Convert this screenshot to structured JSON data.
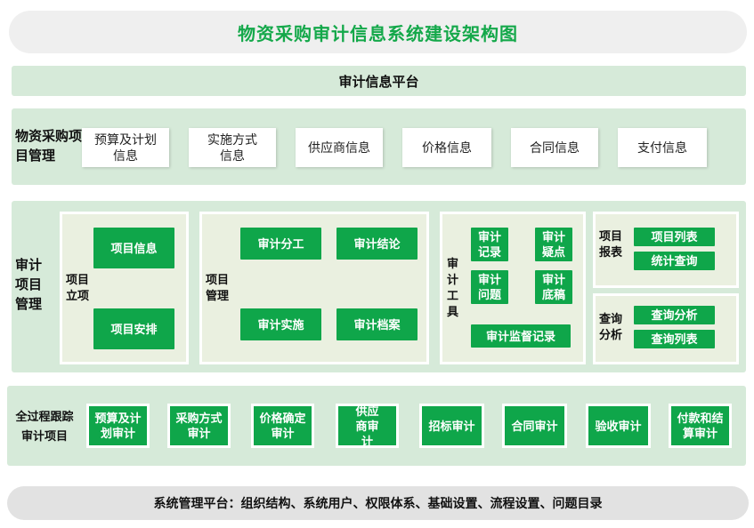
{
  "title": "物资采购审计信息系统建设架构图",
  "platform": "审计信息平台",
  "procurement": {
    "label": "物资采购项目管理",
    "items": [
      "预算及计划信息",
      "实施方式信息",
      "供应商信息",
      "价格信息",
      "合同信息",
      "支付信息"
    ]
  },
  "audit_mgmt": {
    "label": "审计项目管理",
    "project_setup": {
      "label": "项目立项",
      "buttons": [
        "项目信息",
        "项目安排"
      ]
    },
    "project_manage": {
      "label": "项目管理",
      "buttons": [
        "审计分工",
        "审计结论",
        "审计实施",
        "审计档案"
      ]
    },
    "audit_tools": {
      "label": "审计工具",
      "buttons": [
        "审计记录",
        "审计疑点",
        "审计问题",
        "审计底稿",
        "审计监督记录"
      ]
    },
    "report": {
      "label": "项目报表",
      "buttons": [
        "项目列表",
        "统计查询"
      ]
    },
    "query": {
      "label": "查询分析",
      "buttons": [
        "查询分析",
        "查询列表"
      ]
    }
  },
  "tracking": {
    "label_line1": "全过程跟踪",
    "label_line2": "审计项目",
    "items": [
      "预算及计划审计",
      "采购方式审计",
      "价格确定审计",
      "供应商审计",
      "招标审计",
      "合同审计",
      "验收审计",
      "付款和结算审计"
    ]
  },
  "footer": "系统管理平台：组织结构、系统用户、权限体系、基础设置、流程设置、问题目录"
}
